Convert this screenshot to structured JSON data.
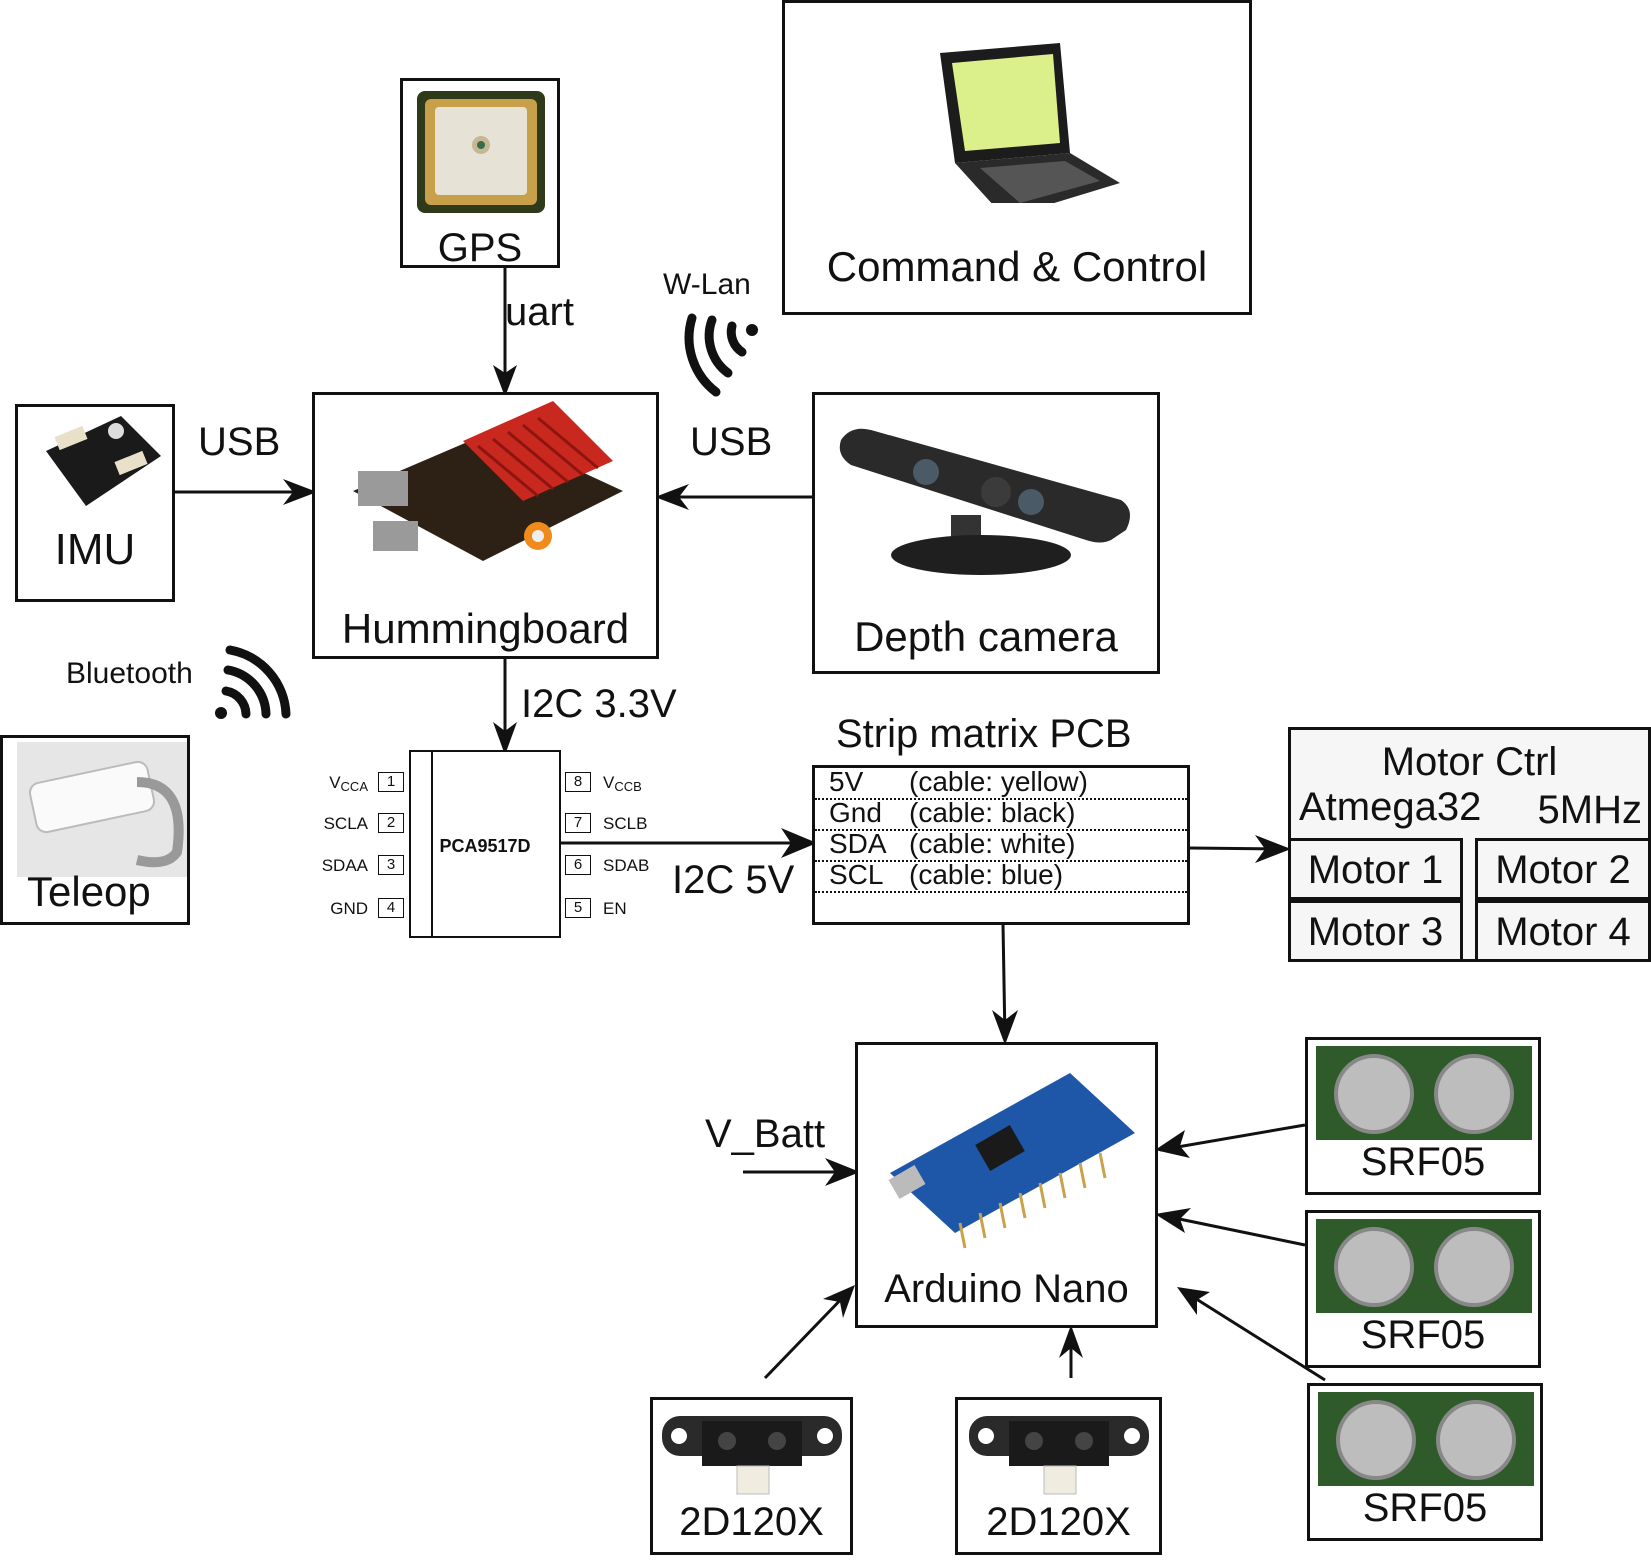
{
  "nodes": {
    "gps": "GPS",
    "command_control": "Command & Control",
    "imu": "IMU",
    "hummingboard": "Hummingboard",
    "depth_camera": "Depth camera",
    "teleop": "Teleop",
    "arduino": "Arduino Nano",
    "srf05_1": "SRF05",
    "srf05_2": "SRF05",
    "srf05_3": "SRF05",
    "ir_1": "2D120X",
    "ir_2": "2D120X"
  },
  "links": {
    "uart": "uart",
    "wlan": "W-Lan",
    "usb_left": "USB",
    "usb_right": "USB",
    "bluetooth": "Bluetooth",
    "i2c_33": "I2C 3.3V",
    "i2c_5": "I2C 5V",
    "v_batt": "V_Batt"
  },
  "level_shifter": {
    "chip": "PCA9517D",
    "left_pins": [
      {
        "num": "1",
        "name": "VCCA"
      },
      {
        "num": "2",
        "name": "SCLA"
      },
      {
        "num": "3",
        "name": "SDAA"
      },
      {
        "num": "4",
        "name": "GND"
      }
    ],
    "right_pins": [
      {
        "num": "8",
        "name": "VCCB"
      },
      {
        "num": "7",
        "name": "SCLB"
      },
      {
        "num": "6",
        "name": "SDAB"
      },
      {
        "num": "5",
        "name": "EN"
      }
    ]
  },
  "strip_pcb": {
    "title": "Strip matrix PCB",
    "rows": [
      {
        "signal": "5V",
        "cable": "(cable: yellow)"
      },
      {
        "signal": "Gnd",
        "cable": "(cable: black)"
      },
      {
        "signal": "SDA",
        "cable": "(cable: white)"
      },
      {
        "signal": "SCL",
        "cable": "(cable: blue)"
      }
    ]
  },
  "motor_ctrl": {
    "title": "Motor Ctrl",
    "mcu": "Atmega32",
    "clock": "5MHz",
    "motors": [
      "Motor 1",
      "Motor 2",
      "Motor 3",
      "Motor 4"
    ]
  }
}
